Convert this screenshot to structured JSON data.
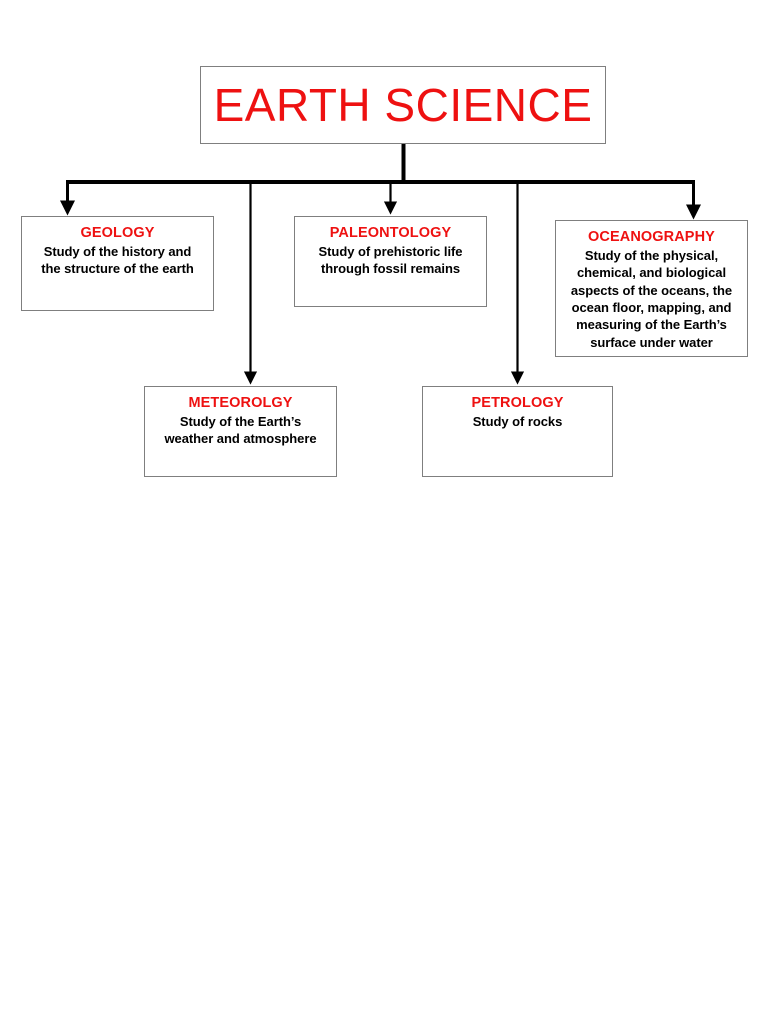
{
  "diagram": {
    "type": "hierarchy-tree",
    "root": {
      "title": "EARTH SCIENCE",
      "title_color": "#ee1111"
    },
    "branches": [
      {
        "id": "geology",
        "title": "GEOLOGY",
        "desc_lines": [
          "Study of the history and",
          "the structure of the earth"
        ]
      },
      {
        "id": "paleontology",
        "title": "PALEONTOLOGY",
        "desc_lines": [
          "Study of prehistoric life",
          "through fossil remains"
        ]
      },
      {
        "id": "oceanography",
        "title": "OCEANOGRAPHY",
        "desc_lines": [
          "Study of the physical,",
          "chemical, and biological",
          "aspects of the oceans, the",
          "ocean floor, mapping, and",
          "measuring of the Earth’s",
          "surface under water"
        ]
      },
      {
        "id": "meteorolgy",
        "title": "METEOROLGY",
        "desc_lines": [
          "Study of the Earth’s",
          "weather and atmosphere"
        ]
      },
      {
        "id": "petrology",
        "title": "PETROLOGY",
        "desc_lines": [
          "Study of rocks"
        ]
      }
    ],
    "colors": {
      "heading_red": "#ee1111",
      "body_text": "#000000",
      "box_border": "#7f7f7f",
      "connector": "#000000",
      "background": "#ffffff"
    }
  }
}
